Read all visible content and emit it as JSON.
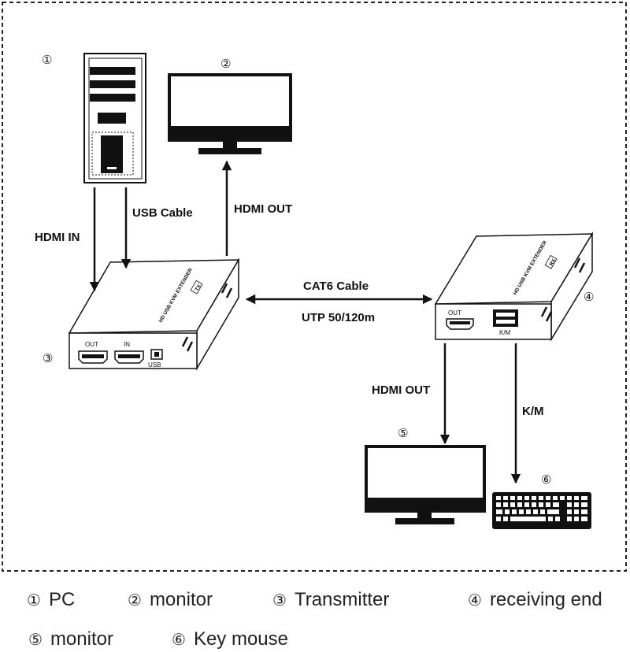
{
  "connections": {
    "hdmi_in": "HDMI IN",
    "usb_cable": "USB Cable",
    "hdmi_out_top": "HDMI OUT",
    "cat6_cable": "CAT6 Cable",
    "utp_distance": "UTP 50/120m",
    "hdmi_out_bottom": "HDMI OUT",
    "km": "K/M"
  },
  "markers": {
    "pc": "①",
    "monitor_top": "②",
    "transmitter": "③",
    "receiver": "④",
    "monitor_bottom": "⑤",
    "keyboard": "⑥"
  },
  "transmitter": {
    "body_text": "HD USB KVM EXTENDER",
    "badge": "TX",
    "port_out": "OUT",
    "port_in": "IN",
    "port_usb": "USB"
  },
  "receiver": {
    "body_text": "HD USB KVM EXTENDER",
    "badge": "RX",
    "port_out": "OUT",
    "port_km": "K/M"
  },
  "legend": [
    {
      "num": "①",
      "label": "PC"
    },
    {
      "num": "②",
      "label": "monitor"
    },
    {
      "num": "③",
      "label": "Transmitter"
    },
    {
      "num": "④",
      "label": "receiving end"
    },
    {
      "num": "⑤",
      "label": "monitor"
    },
    {
      "num": "⑥",
      "label": "Key mouse"
    }
  ]
}
